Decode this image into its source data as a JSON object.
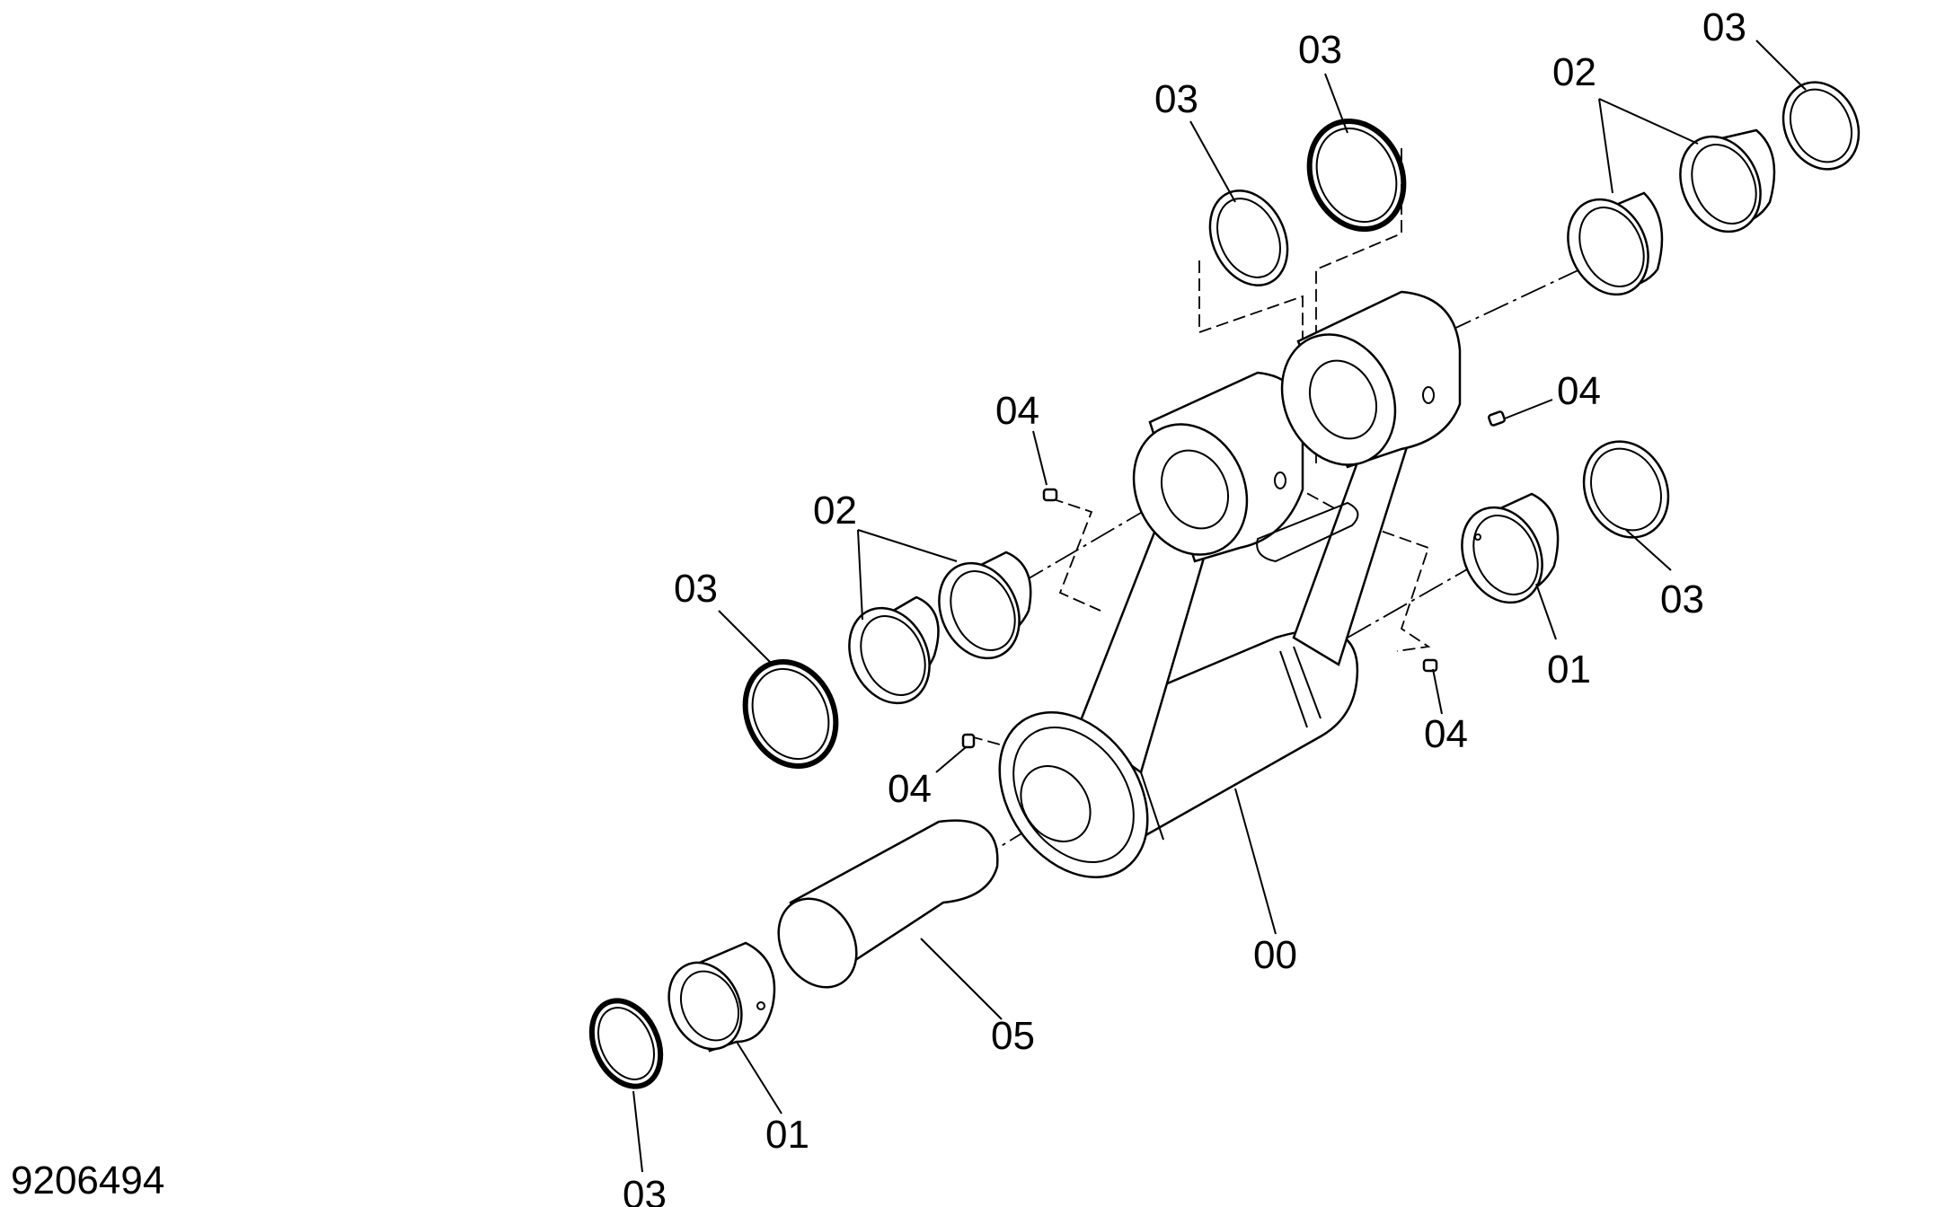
{
  "drawing_number": "9206494",
  "labels": {
    "l03_top_left": "03",
    "l03_top_mid": "03",
    "l03_top_right": "03",
    "l02_top_right": "02",
    "l04_upper_left": "04",
    "l04_upper_right": "04",
    "l02_left": "02",
    "l03_left": "03",
    "l03_right": "03",
    "l01_right": "01",
    "l04_lower_right": "04",
    "l04_lower_left": "04",
    "l00": "00",
    "l05": "05",
    "l01_bottom": "01",
    "l03_bottom": "03"
  }
}
